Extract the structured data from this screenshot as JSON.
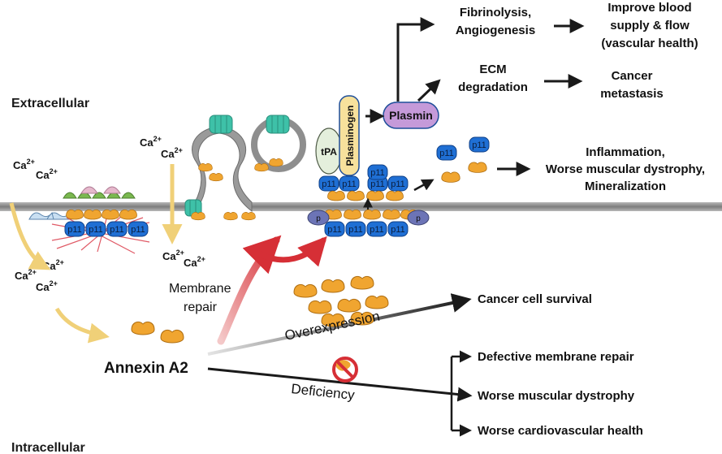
{
  "regions": {
    "extracellular": "Extracellular",
    "intracellular": "Intracellular"
  },
  "ion": {
    "base": "Ca",
    "sup": "2+"
  },
  "protein": {
    "p11": "p11",
    "phospho": "p",
    "tpa": "tPA",
    "plasminogen": "Plasminogen",
    "plasmin": "Plasmin"
  },
  "center": {
    "annexin": "Annexin A2",
    "membrane_repair": [
      "Membrane",
      "repair"
    ],
    "overexpression": "Overexpression",
    "deficiency": "Deficiency"
  },
  "outcomes": {
    "fibrinolysis": [
      "Fibrinolysis,",
      "Angiogenesis"
    ],
    "vascular": [
      "Improve blood",
      "supply & flow",
      "(vascular health)"
    ],
    "ecm": [
      "ECM",
      "degradation"
    ],
    "cancer_metastasis": [
      "Cancer",
      "metastasis"
    ],
    "inflammation": [
      "Inflammation,",
      "Worse muscular dystrophy,",
      "Mineralization"
    ],
    "cancer_survival": "Cancer cell survival",
    "defective_repair": "Defective membrane repair",
    "worse_dystrophy": "Worse muscular dystrophy",
    "worse_cardio": "Worse cardiovascular health"
  },
  "colors": {
    "membrane": "#8e8e8e",
    "annexin": "#f0a530",
    "p11": "#1f6fd4",
    "phospho": "#6c74b6",
    "green": "#7ab84f",
    "pink": "#e6b8cc",
    "lightblue": "#c9dff2",
    "teal": "#3ec1a8",
    "plasmin": "#c59ad9",
    "plasminogen": "#f7e19c",
    "tpa": "#e4efdc",
    "actin": "#e05a66",
    "red_arrow": "#d62f36",
    "yellow_arrow": "#f0d078",
    "black": "#1a1a1a"
  }
}
